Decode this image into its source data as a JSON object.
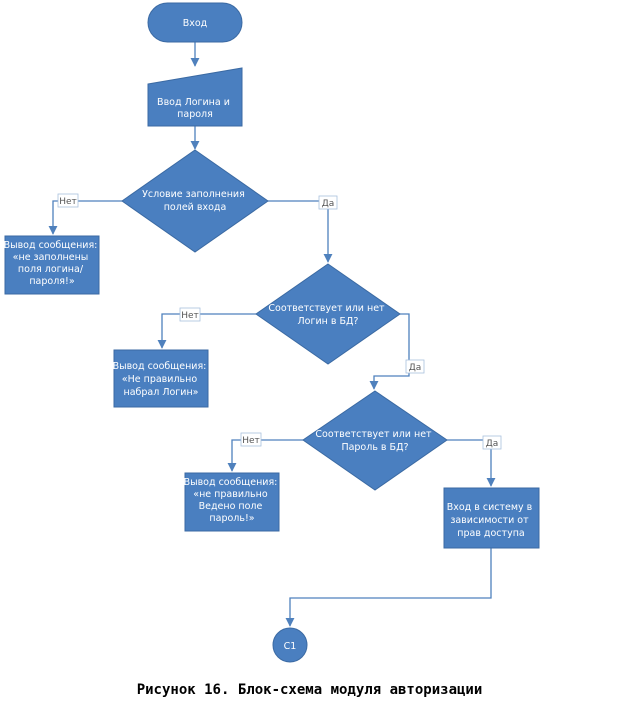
{
  "nodes": {
    "start": "Вход",
    "input": [
      "Ввод Логина и",
      "пароля"
    ],
    "cond1": [
      "Условие заполнения",
      "полей входа"
    ],
    "msg1": [
      "Вывод сообщения:",
      "«не заполнены",
      "поля логина/",
      "пароля!»"
    ],
    "cond2": [
      "Соответствует или нет",
      "Логин в БД?"
    ],
    "msg2": [
      "Вывод сообщения:",
      "«Не правильно",
      "набрал Логин»"
    ],
    "cond3": [
      "Соответствует или нет",
      "Пароль в БД?"
    ],
    "msg3": [
      "Вывод сообщения:",
      "«не правильно",
      "Ведено поле",
      "пароль!»"
    ],
    "enter": [
      "Вход в систему в",
      "зависимости от",
      "прав доступа"
    ],
    "connector": "С1"
  },
  "labels": {
    "no": "Нет",
    "yes": "Да"
  },
  "caption": "Рисунок 16. Блок-схема модуля авторизации",
  "colors": {
    "shape": "#4a7fc0",
    "connector_line": "#4f81bd",
    "text": "#ffffff"
  }
}
